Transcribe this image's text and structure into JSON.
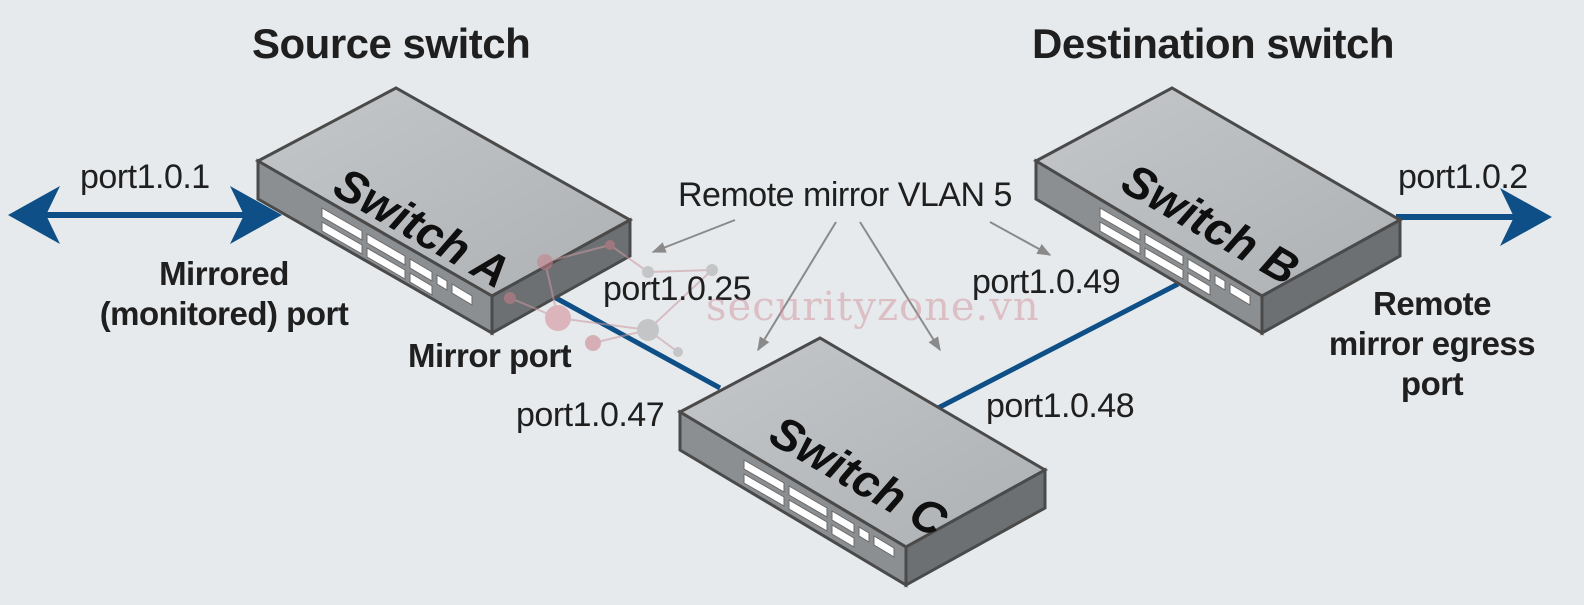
{
  "headings": {
    "source": "Source switch",
    "destination": "Destination switch"
  },
  "switches": {
    "a": "Switch A",
    "b": "Switch B",
    "c": "Switch C"
  },
  "ports": {
    "p101": "port1.0.1",
    "p102": "port1.0.2",
    "p125": "port1.0.25",
    "p147": "port1.0.47",
    "p148": "port1.0.48",
    "p149": "port1.0.49"
  },
  "labels": {
    "vlan": "Remote mirror VLAN 5",
    "mirrored_line1": "Mirrored",
    "mirrored_line2": "(monitored) port",
    "mirror_port": "Mirror port",
    "egress_line1": "Remote",
    "egress_line2": "mirror egress",
    "egress_line3": "port"
  },
  "watermark": "securityzone.vn",
  "colors": {
    "background": "#e7eaec",
    "link": "#0d4f86",
    "switch_top": "#b8bbbe",
    "switch_side": "#8c8f92",
    "arrow_gray": "#8a8a8a"
  }
}
